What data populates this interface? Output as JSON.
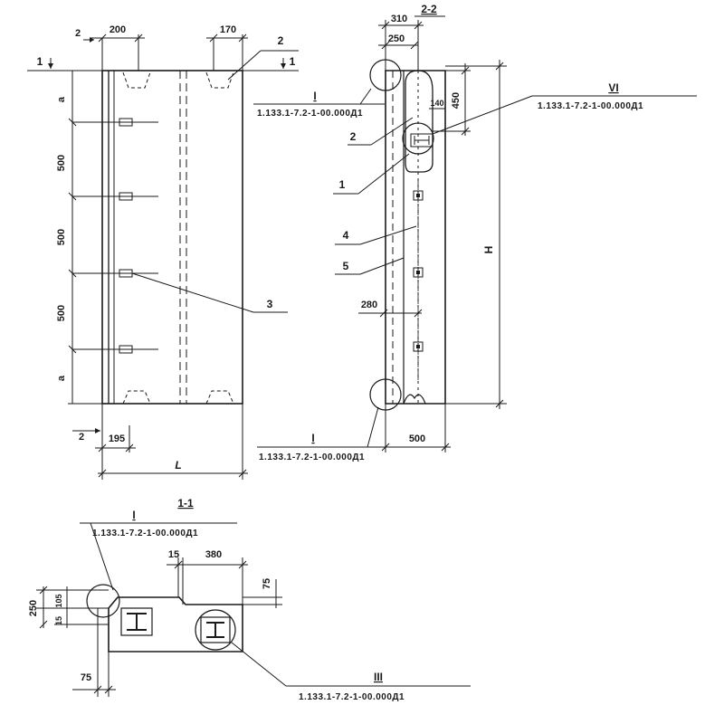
{
  "dims": {
    "d200": "200",
    "d2_top": "2",
    "d170": "170",
    "d500_a": "500",
    "d500_b": "500",
    "d500_c": "500",
    "a_top": "a",
    "a_bot": "a",
    "d2_bottom": "2",
    "d195": "195",
    "L": "L",
    "d310": "310",
    "d250_top": "250",
    "d140": "140",
    "d450": "450",
    "H": "H",
    "d280": "280",
    "d500_bottom": "500",
    "d15": "15",
    "d380": "380",
    "d75_right": "75",
    "d250_left": "250",
    "d15_left": "15",
    "d105": "105",
    "d75_bottom": "75"
  },
  "sections": {
    "s11_top_left": "1",
    "s11_top_right": "1",
    "s11_title": "1-1",
    "s22_title": "2-2"
  },
  "callouts": {
    "c1": "1",
    "c2": "2",
    "c3": "3",
    "c4": "4",
    "c5": "5",
    "c2_left": "2"
  },
  "refs": {
    "r1": {
      "num": "I",
      "code": "1.133.1-7.2-1-00.000Д1"
    },
    "r2": {
      "num": "VI",
      "code": "1.133.1-7.2-1-00.000Д1"
    },
    "r3": {
      "num": "I",
      "code": "1.133.1-7.2-1-00.000Д1"
    },
    "r4": {
      "num": "I",
      "code": "1.133.1-7.2-1-00.000Д1"
    },
    "r5": {
      "num": "III",
      "code": "1.133.1-7.2-1-00.000Д1"
    }
  }
}
